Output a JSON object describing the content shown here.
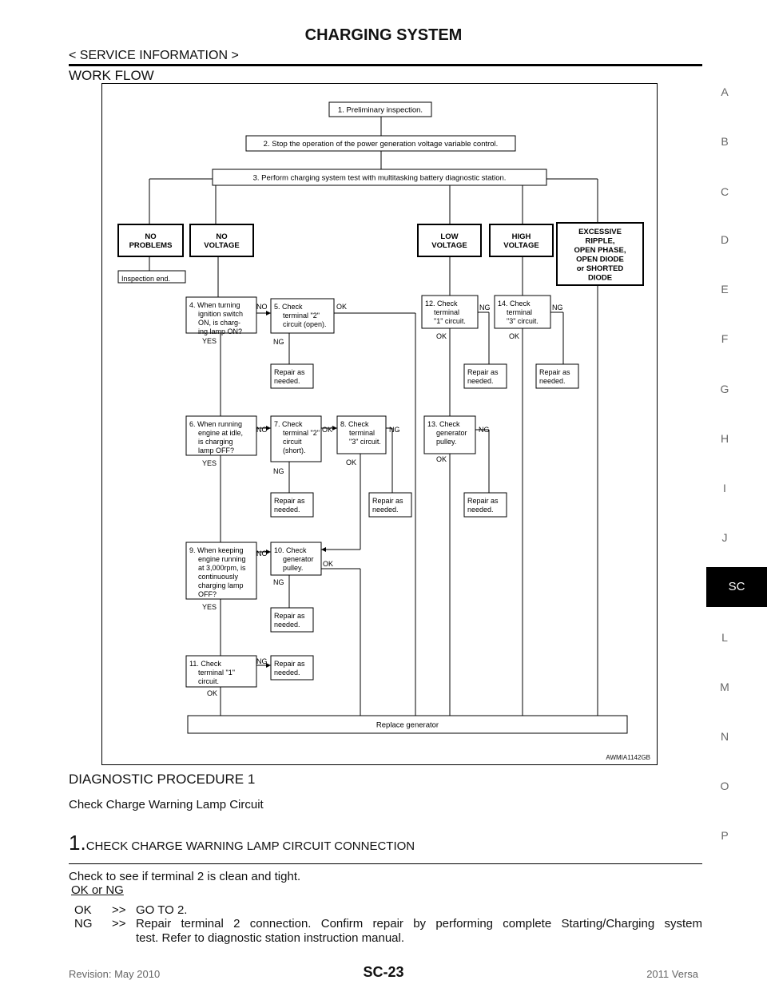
{
  "header": {
    "title": "CHARGING SYSTEM",
    "breadcrumb": "< SERVICE INFORMATION >"
  },
  "section_work_flow": "WORK FLOW",
  "diagram": {
    "id": "AWMIA1142GB",
    "flow": {
      "box1": [
        "1. Preliminary inspection."
      ],
      "box2": [
        "2. Stop the operation of the power generation voltage variable control."
      ],
      "box3": [
        "3. Perform charging system test with multitasking battery diagnostic station."
      ],
      "res_no_problems": [
        "NO",
        "PROBLEMS"
      ],
      "res_no_voltage": [
        "NO",
        "VOLTAGE"
      ],
      "res_low_voltage": [
        "LOW",
        "VOLTAGE"
      ],
      "res_high_voltage": [
        "HIGH",
        "VOLTAGE"
      ],
      "res_excessive": [
        "EXCESSIVE",
        "RIPPLE,",
        "OPEN PHASE,",
        "OPEN DIODE",
        "or SHORTED",
        "DIODE"
      ],
      "inspection_end": [
        "Inspection end."
      ],
      "box4": [
        "4. When turning",
        "ignition switch",
        "ON, is charg-",
        "ing lamp ON?"
      ],
      "box5": [
        "5. Check",
        "terminal \"2\"",
        "circuit (open)."
      ],
      "box6": [
        "6. When running",
        "engine at idle,",
        "is charging",
        "lamp OFF?"
      ],
      "box7": [
        "7. Check",
        "terminal \"2\"",
        "circuit",
        "(short)."
      ],
      "box8": [
        "8. Check",
        "terminal",
        "\"3\" circuit."
      ],
      "box9": [
        "9. When keeping",
        "engine running",
        "at 3,000rpm, is",
        "continuously",
        "charging lamp",
        "OFF?"
      ],
      "box10": [
        "10. Check",
        "generator",
        "pulley."
      ],
      "box11": [
        "11. Check",
        "terminal \"1\"",
        "circuit."
      ],
      "box12": [
        "12. Check",
        "terminal",
        "\"1\" circuit."
      ],
      "box13": [
        "13. Check",
        "generator",
        "pulley."
      ],
      "box14": [
        "14. Check",
        "terminal",
        "\"3\" circuit."
      ],
      "repair_lines": [
        "Repair as",
        "needed."
      ],
      "replace_generator": [
        "Replace generator"
      ],
      "lbl_ok": "OK",
      "lbl_ng": "NG",
      "lbl_no": "NO",
      "lbl_yes": "YES"
    }
  },
  "section_dp1": "DIAGNOSTIC PROCEDURE 1",
  "subtitle": "Check Charge Warning Lamp Circuit",
  "step1": {
    "number": "1.",
    "title": "CHECK CHARGE WARNING LAMP CIRCUIT CONNECTION",
    "text": "Check to see if terminal 2 is clean and tight.",
    "result_label": "OK or NG",
    "ok_code": "OK",
    "ok_arrow": ">>",
    "ok_text": "GO TO 2.",
    "ng_code": "NG",
    "ng_arrow": ">>",
    "ng_text_line1": "Repair terminal 2 connection. Confirm repair by performing complete Starting/Charging system",
    "ng_text_line2": "test. Refer to diagnostic station instruction manual."
  },
  "footer": {
    "revision": "Revision: May 2010",
    "page": "SC-23",
    "model": "2011 Versa"
  },
  "side_index": {
    "letters": [
      "A",
      "B",
      "C",
      "D",
      "E",
      "F",
      "G",
      "H",
      "I",
      "J",
      "L",
      "M",
      "N",
      "O",
      "P"
    ],
    "active": "SC"
  }
}
